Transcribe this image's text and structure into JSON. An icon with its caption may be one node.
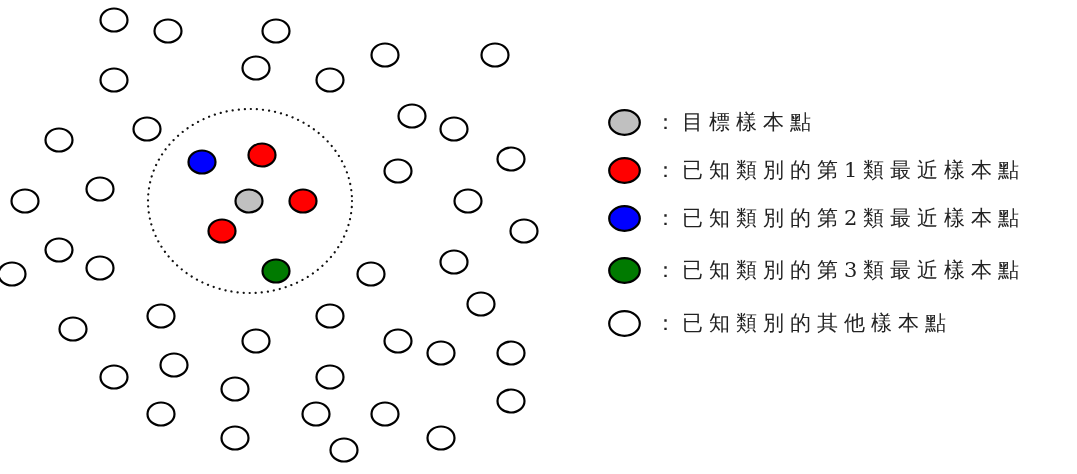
{
  "diagram": {
    "legend": [
      {
        "text": "：目標樣本點",
        "color": "#c0c0c0"
      },
      {
        "text": "：已知類別的第1類最近樣本點",
        "color": "#ff0000"
      },
      {
        "text": "：已知類別的第2類最近樣本點",
        "color": "#0000ff"
      },
      {
        "text": "：已知類別的第3類最近樣本點",
        "color": "#007a00"
      },
      {
        "text": "：已知類別的其他樣本點"
      }
    ]
  }
}
